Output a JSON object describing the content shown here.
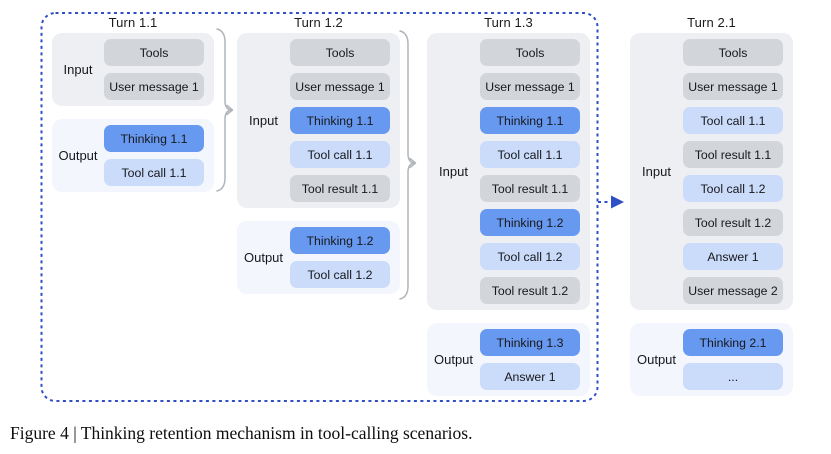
{
  "figure": {
    "caption": "Figure 4 | Thinking retention mechanism in tool-calling scenarios."
  },
  "colors": {
    "thinking_block": "#6899F0",
    "tool_call_block": "#CBDBFA",
    "context_block": "#D2D5D9",
    "input_group_bg": "#EDEFF2",
    "output_group_bg": "#F3F7FD",
    "flow_border_blue": "#2E4FC6",
    "brace_gray": "#AFB5BB"
  },
  "columns": [
    {
      "title": "Turn 1.1",
      "input": {
        "label": "Input",
        "blocks": [
          {
            "text": "Tools",
            "style": "context"
          },
          {
            "text": "User message 1",
            "style": "context"
          }
        ]
      },
      "output": {
        "label": "Output",
        "blocks": [
          {
            "text": "Thinking 1.1",
            "style": "thinking"
          },
          {
            "text": "Tool call 1.1",
            "style": "toolcall"
          }
        ]
      }
    },
    {
      "title": "Turn 1.2",
      "input": {
        "label": "Input",
        "blocks": [
          {
            "text": "Tools",
            "style": "context"
          },
          {
            "text": "User message 1",
            "style": "context"
          },
          {
            "text": "Thinking 1.1",
            "style": "thinking"
          },
          {
            "text": "Tool call 1.1",
            "style": "toolcall"
          },
          {
            "text": "Tool result 1.1",
            "style": "context"
          }
        ]
      },
      "output": {
        "label": "Output",
        "blocks": [
          {
            "text": "Thinking 1.2",
            "style": "thinking"
          },
          {
            "text": "Tool call 1.2",
            "style": "toolcall"
          }
        ]
      }
    },
    {
      "title": "Turn 1.3",
      "input": {
        "label": "Input",
        "blocks": [
          {
            "text": "Tools",
            "style": "context"
          },
          {
            "text": "User message 1",
            "style": "context"
          },
          {
            "text": "Thinking 1.1",
            "style": "thinking"
          },
          {
            "text": "Tool call 1.1",
            "style": "toolcall"
          },
          {
            "text": "Tool result 1.1",
            "style": "context"
          },
          {
            "text": "Thinking 1.2",
            "style": "thinking"
          },
          {
            "text": "Tool call 1.2",
            "style": "toolcall"
          },
          {
            "text": "Tool result 1.2",
            "style": "context"
          }
        ]
      },
      "output": {
        "label": "Output",
        "blocks": [
          {
            "text": "Thinking 1.3",
            "style": "thinking"
          },
          {
            "text": "Answer 1",
            "style": "toolcall"
          }
        ]
      }
    },
    {
      "title": "Turn 2.1",
      "input": {
        "label": "Input",
        "blocks": [
          {
            "text": "Tools",
            "style": "context"
          },
          {
            "text": "User message 1",
            "style": "context"
          },
          {
            "text": "Tool call 1.1",
            "style": "toolcall"
          },
          {
            "text": "Tool result 1.1",
            "style": "context"
          },
          {
            "text": "Tool call 1.2",
            "style": "toolcall"
          },
          {
            "text": "Tool result 1.2",
            "style": "context"
          },
          {
            "text": "Answer 1",
            "style": "toolcall"
          },
          {
            "text": "User message 2",
            "style": "context"
          }
        ]
      },
      "output": {
        "label": "Output",
        "blocks": [
          {
            "text": "Thinking 2.1",
            "style": "thinking"
          },
          {
            "text": "...",
            "style": "toolcall"
          }
        ]
      }
    }
  ]
}
